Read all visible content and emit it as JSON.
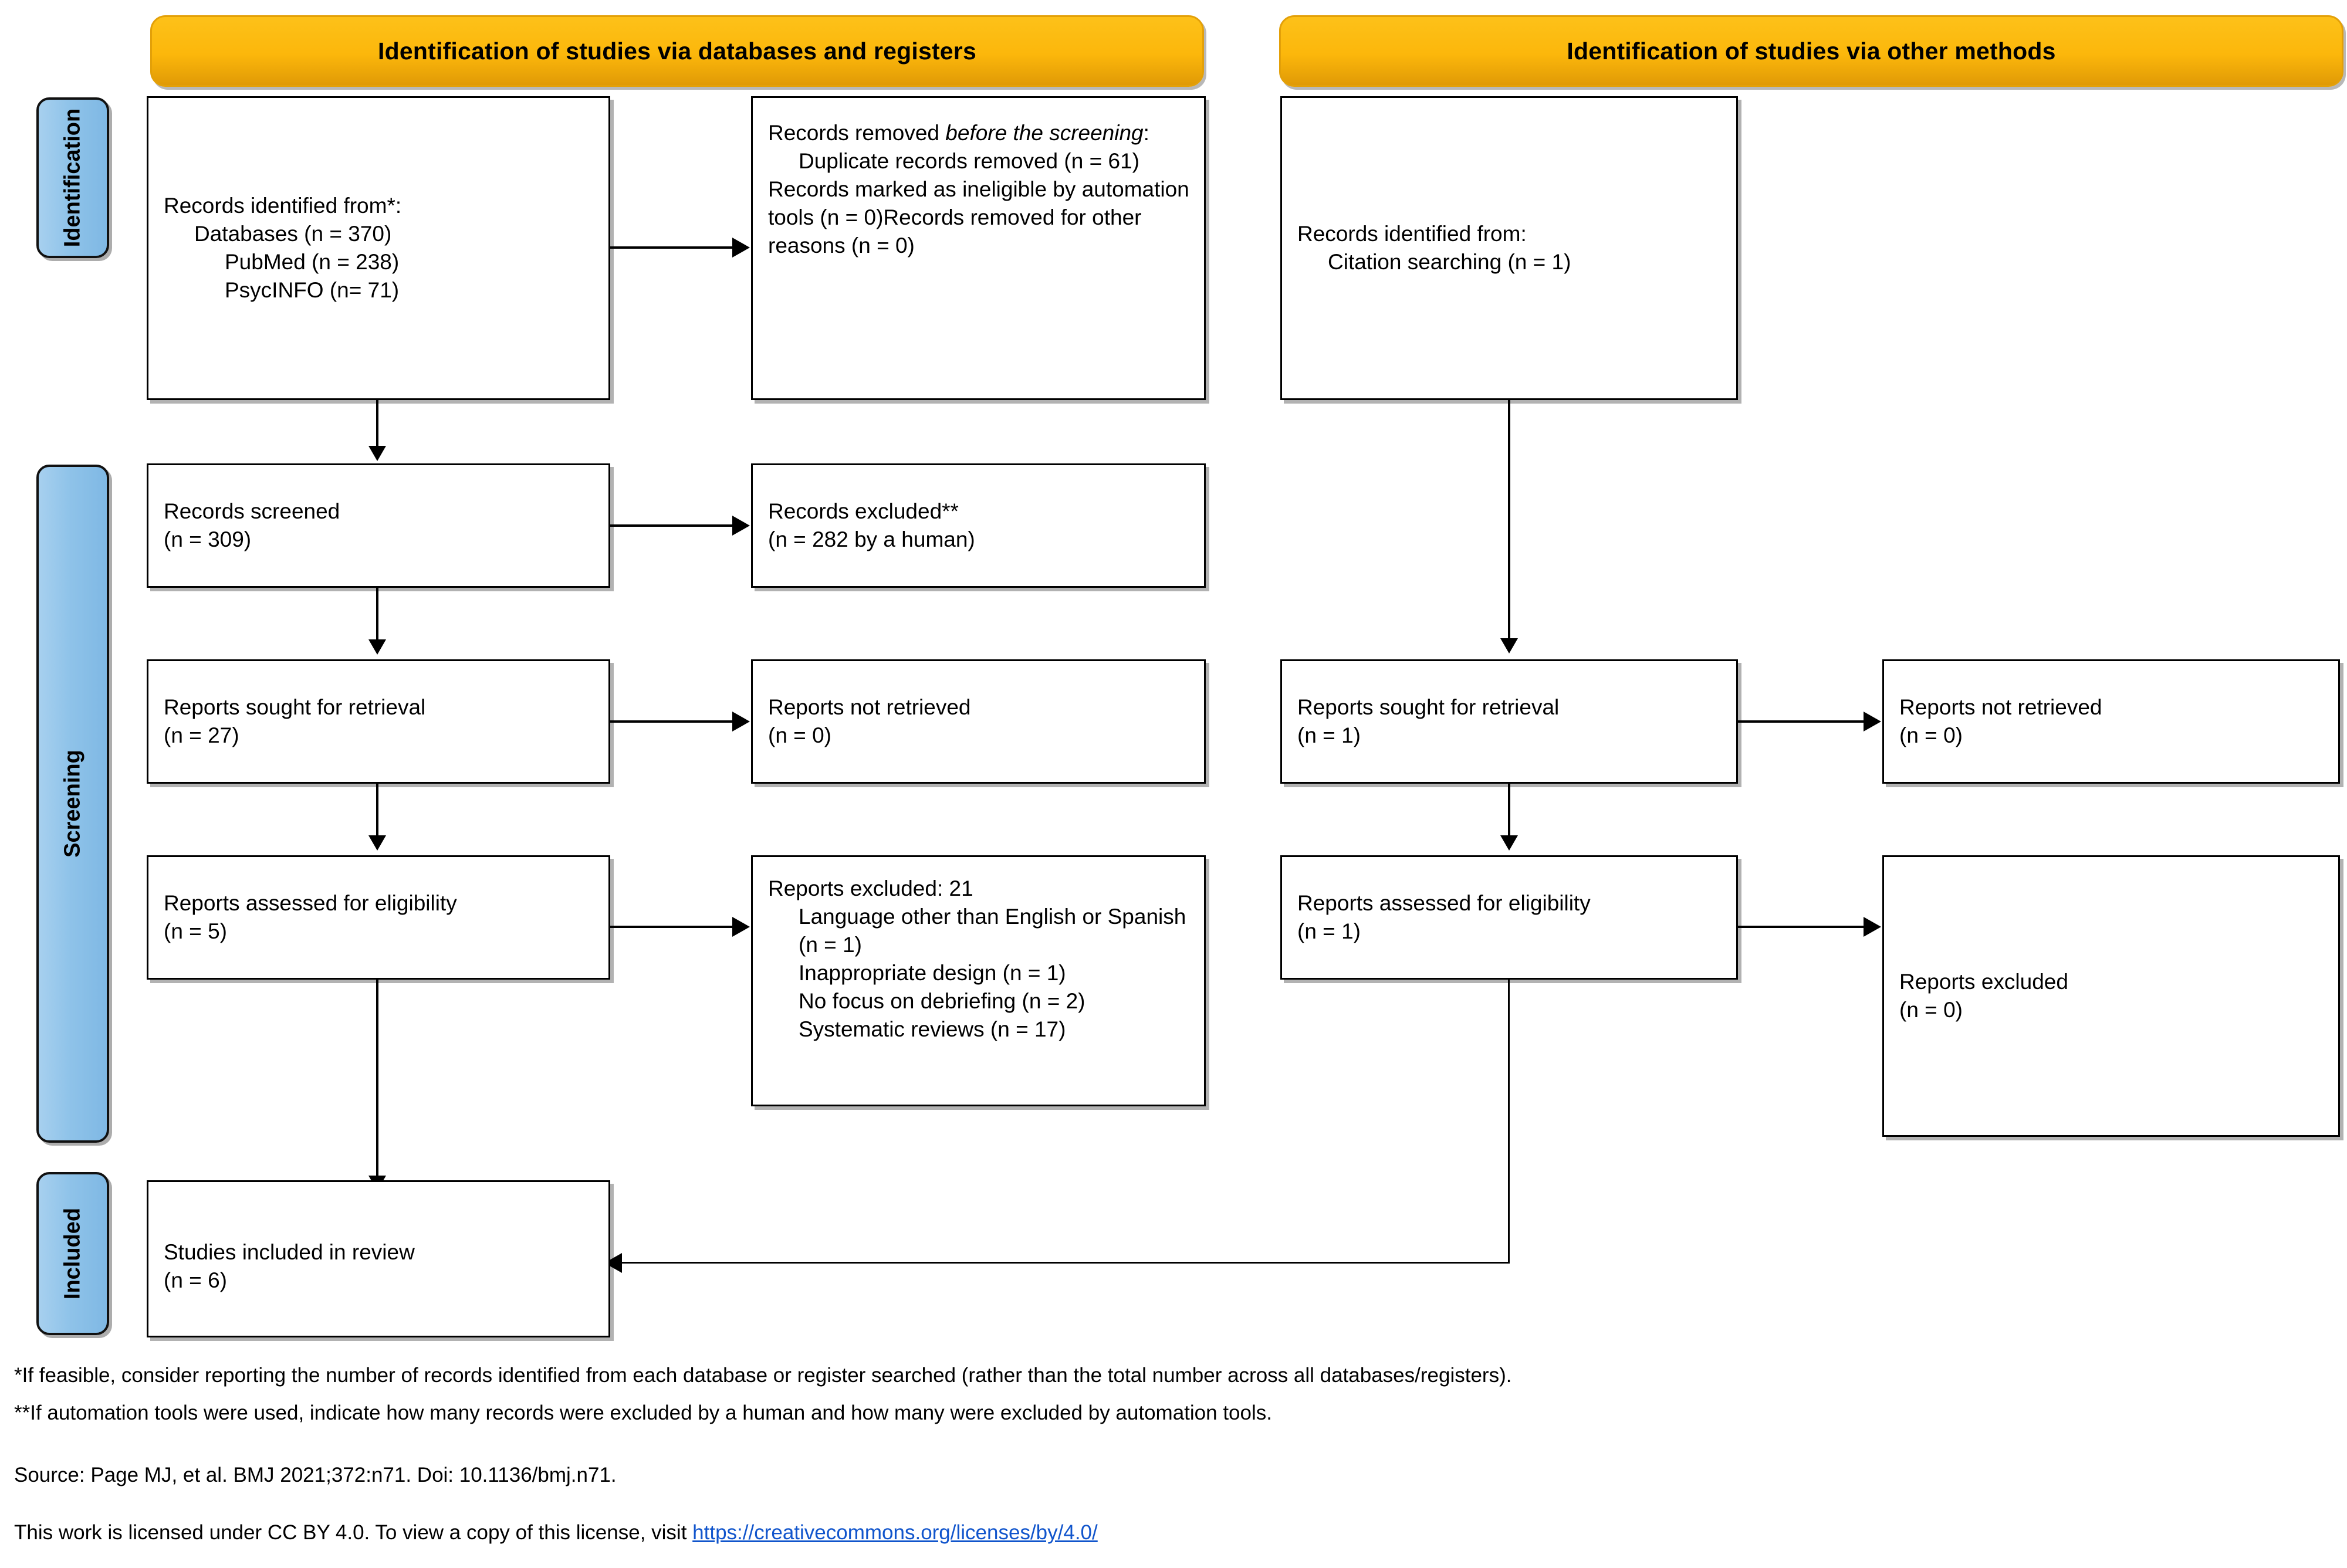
{
  "colors": {
    "header_orange": "#FBB713",
    "phase_blue": "#92C5EA",
    "box_border": "#000000",
    "link_blue": "#1155cc",
    "background": "#FFFFFF"
  },
  "headers": {
    "left": "Identification of studies via databases and registers",
    "right": "Identification of studies via other methods"
  },
  "phases": {
    "identification": "Identification",
    "screening": "Screening",
    "included": "Included"
  },
  "boxes": {
    "records_identified": {
      "line1": "Records identified from*:",
      "line2": "Databases (n = 370)",
      "line3": "PubMed (n = 238)",
      "line4": "PsycINFO (n= 71)"
    },
    "records_removed": {
      "line1_a": "Records removed ",
      "line1_b": "before the screening",
      "line1_c": ":",
      "line2": "Duplicate records removed (n = 61)",
      "line3": "Records marked as ineligible by automation tools (n = 0)",
      "line4": "Records removed for other reasons (n = 0)"
    },
    "records_screened": {
      "line1": "Records screened",
      "line2": "(n = 309)"
    },
    "records_excluded": {
      "line1": "Records excluded**",
      "line2": "(n = 282 by a human)"
    },
    "reports_sought_left": {
      "line1": "Reports sought for retrieval",
      "line2": "(n = 27)"
    },
    "reports_not_retrieved_left": {
      "line1": "Reports not retrieved",
      "line2": "(n = 0)"
    },
    "reports_assessed_left": {
      "line1": "Reports assessed for eligibility",
      "line2": "(n = 5)"
    },
    "reports_excluded_reasons": {
      "line1": "Reports excluded: 21",
      "line2": "Language other than English or Spanish (n = 1)",
      "line3": "Inappropriate design (n = 1)",
      "line4": "No focus on debriefing (n = 2)",
      "line5": "Systematic reviews (n = 17)"
    },
    "records_identified_other": {
      "line1": "Records identified from:",
      "line2": "Citation searching (n = 1)"
    },
    "reports_sought_right": {
      "line1": "Reports sought for retrieval",
      "line2": "(n = 1)"
    },
    "reports_not_retrieved_right": {
      "line1": "Reports not retrieved",
      "line2": "(n = 0)"
    },
    "reports_assessed_right": {
      "line1": "Reports assessed for eligibility",
      "line2": "(n = 1)"
    },
    "reports_excluded_right": {
      "line1": "Reports excluded",
      "line2": "(n = 0)"
    },
    "studies_included": {
      "line1": "Studies included in review",
      "line2": "(n = 6)"
    }
  },
  "footnotes": {
    "asterisk": "*If feasible, consider reporting the number of records identified from each database or register searched (rather than the total number across all databases/registers).",
    "double_asterisk": "**If automation tools were used, indicate how many records were excluded by a human and how many were excluded by automation tools.",
    "source": "Source: Page MJ, et al. BMJ 2021;372:n71. Doi: 10.1136/bmj.n71.",
    "license_prefix": "This work is licensed under CC BY 4.0. To view a copy of this license, visit ",
    "license_url": "https://creativecommons.org/licenses/by/4.0/"
  }
}
